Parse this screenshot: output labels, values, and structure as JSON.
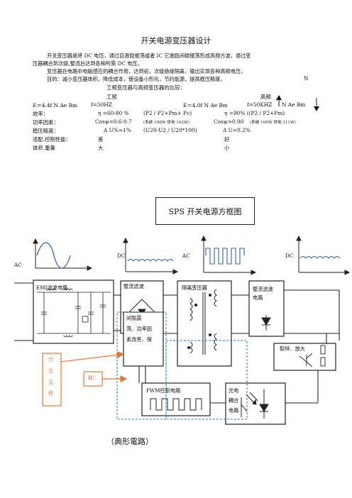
{
  "doc": {
    "title": "开关电源变压器设计",
    "para1_a": "开关变压器是将 DC 电压，通过自激励振荡或者 IC 它激励间歇振荡形成高频方波，通过变",
    "para1_b": "压器耦合到次级,整流后达到各种所需 DC 电压。",
    "para2": "变压器在电路中电磁感应的耦合作用，达到初，次级绝缘隔离，输出实现各种高频电压，",
    "para3": "目的：减小变压器体积，降低成本，使设备小形化，节约能源，提高稳压精度。",
    "para3_n": "N",
    "compare_heading": "工频变压器与高频变压器的比较："
  },
  "compare": {
    "col_lf": "工频",
    "col_hf": "高频",
    "row_formula": [
      "E＝4.4f N Ae Bm",
      "f=50HZ",
      "E＝4.0f N Ae Bm",
      "f=50KHZ",
      "N Ae Bm"
    ],
    "rows": [
      {
        "label": "效率：",
        "lf": "η =60-80 %",
        "lf2": "(P2 / P2+Pm+ Pc)",
        "hf": "η >90% ((P2 / P2+Pm)"
      },
      {
        "label": "功率因素：",
        "lf": "Cosψ=0.6-0.7",
        "lf2": "(系统 100W 供电 142W)",
        "hf": "Cosψ>0.90",
        "hf2": "(系统 100W 供电 111W)"
      },
      {
        "label": "稳压精度：",
        "lf": "Δ U%=1%",
        "lf2": "(U20-U2 / U20*100)",
        "hf": "Δ U<0.2%"
      },
      {
        "label": "适配.控制性能：",
        "lf": "差",
        "hf": "好"
      },
      {
        "label": "体积.重量",
        "lf": "大",
        "hf": "小"
      }
    ]
  },
  "diagram": {
    "title": "SPS 开关电源方框图",
    "ac_left": "AC",
    "dc1": "DC",
    "ac2": "AC",
    "dc2": "DC",
    "emi": "EMI滤波电路",
    "rect1": "整流滤波",
    "iso": "隔离变压器",
    "rect2_a": "整流滤波",
    "rect2_b": "电路",
    "osc_a": "间隙震",
    "osc_b": "荡．功率因",
    "osc_c": "素改善．保",
    "pwm": "PWM控制电路",
    "sample": "取样．放大",
    "opto_a": "光电",
    "opto_b": "耦合",
    "opto_c": "电路",
    "discrete_a": "分",
    "discrete_b": "立",
    "discrete_c": "元",
    "discrete_d": "件",
    "ic": "IC",
    "caption": "（典形電路）",
    "colors": {
      "orange": "#e8772e",
      "blue": "#1f78c8",
      "line": "#222222"
    }
  }
}
